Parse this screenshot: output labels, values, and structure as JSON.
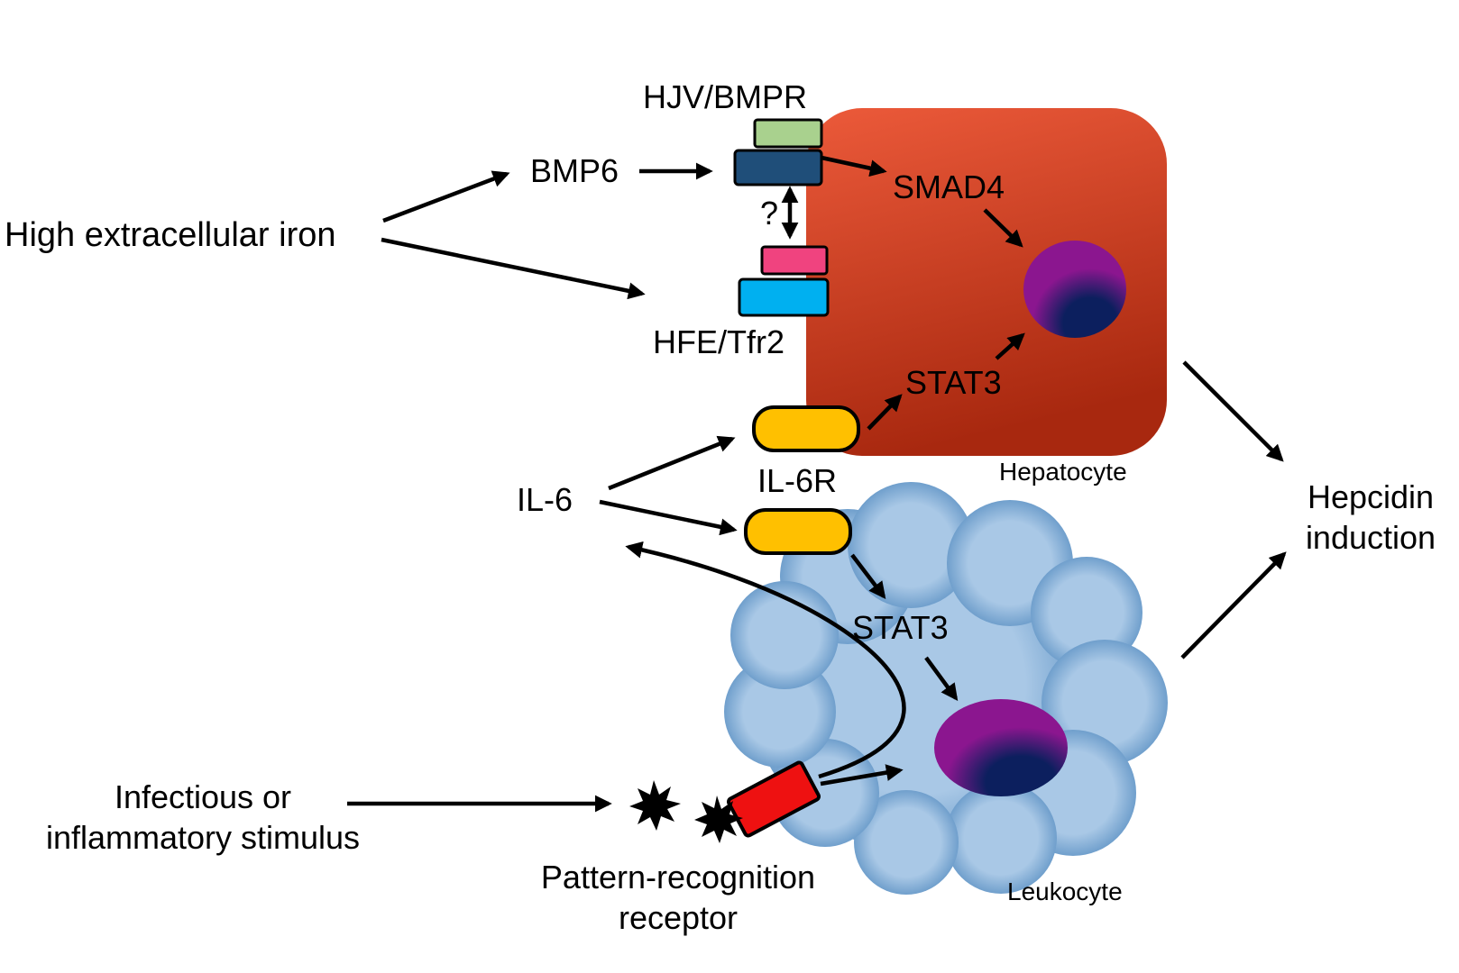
{
  "labels": {
    "high_iron": "High extracellular iron",
    "bmp6": "BMP6",
    "hjv_bmpr": "HJV/BMPR",
    "question": "?",
    "hfe_tfr2": "HFE/Tfr2",
    "smad4": "SMAD4",
    "stat3_hep": "STAT3",
    "il6": "IL-6",
    "il6r": "IL-6R",
    "hepatocyte": "Hepatocyte",
    "stat3_leuk": "STAT3",
    "leukocyte": "Leukocyte",
    "hepcidin_line1": "Hepcidin",
    "hepcidin_line2": "induction",
    "stimulus_line1": "Infectious or",
    "stimulus_line2": "inflammatory stimulus",
    "prr_line1": "Pattern-recognition",
    "prr_line2": "receptor"
  },
  "colors": {
    "hepatocyte_top": "#ec5a3a",
    "hepatocyte_bottom": "#a8280f",
    "leukocyte_light": "#a9c8e6",
    "leukocyte_dark": "#4e87bd",
    "nucleus_purple": "#8b168f",
    "nucleus_navy": "#0c1f5e",
    "hjv_green": "#a9d18e",
    "bmpr_navy": "#1f4e79",
    "hfe_pink": "#f0437f",
    "tfr2_cyan": "#00b0f0",
    "il6r_yellow": "#ffc000",
    "prr_red": "#ee1111"
  }
}
